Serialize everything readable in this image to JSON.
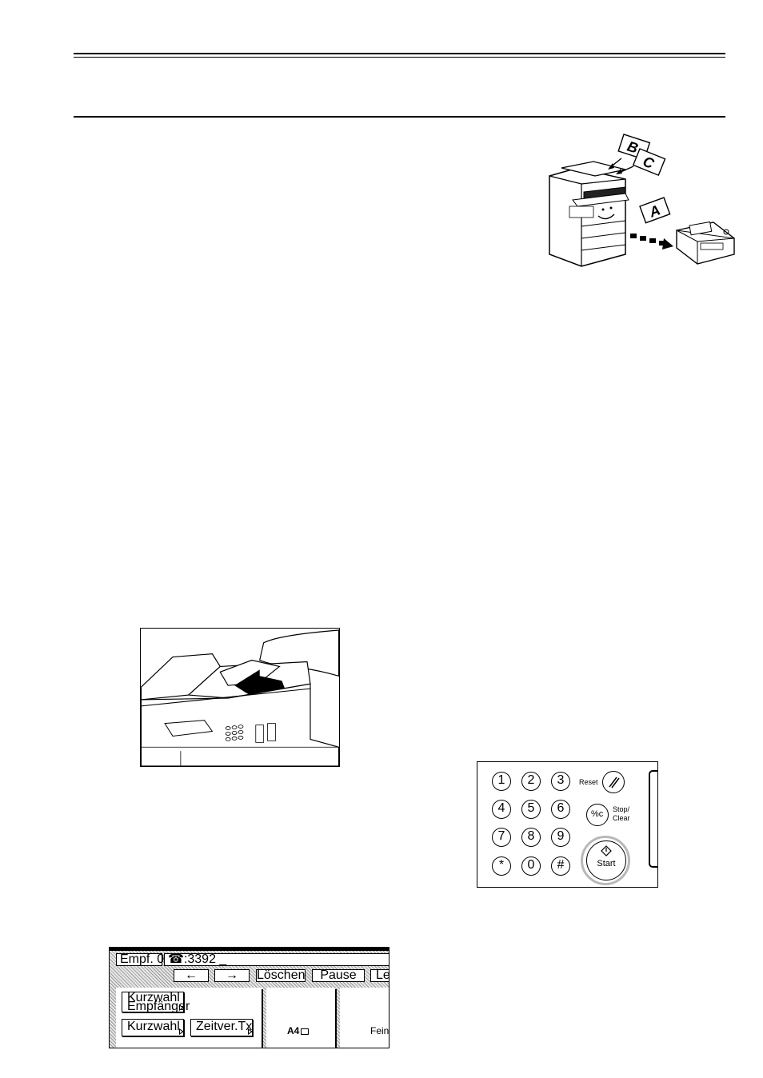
{
  "keypad": {
    "digits": [
      "1",
      "2",
      "3",
      "4",
      "5",
      "6",
      "7",
      "8",
      "9",
      "*",
      "0",
      "#"
    ],
    "reset_label": "Reset",
    "stop_label": "Stop/",
    "clear_label": "Clear",
    "start_label": "Start",
    "stop_glyph": "%c"
  },
  "panel": {
    "recipient_field": "Empf. 0",
    "phone_symbol": "☎",
    "dial_number": ":3392 _",
    "arrow_left": "←",
    "arrow_right": "→",
    "delete_button": "Löschen",
    "pause_button": "Pause",
    "next_button_partial": "Lee",
    "speed_dial_recipient_line1": "Kurzwahl",
    "speed_dial_recipient_line2": "Empfänger",
    "speed_dial_button": "Kurzwahl",
    "delayed_tx_button": "Zeitver.Tx",
    "paper_size": "A4",
    "resolution_partial": "Fein"
  },
  "illustration": {
    "page_labels": [
      "B",
      "C",
      "A"
    ]
  }
}
